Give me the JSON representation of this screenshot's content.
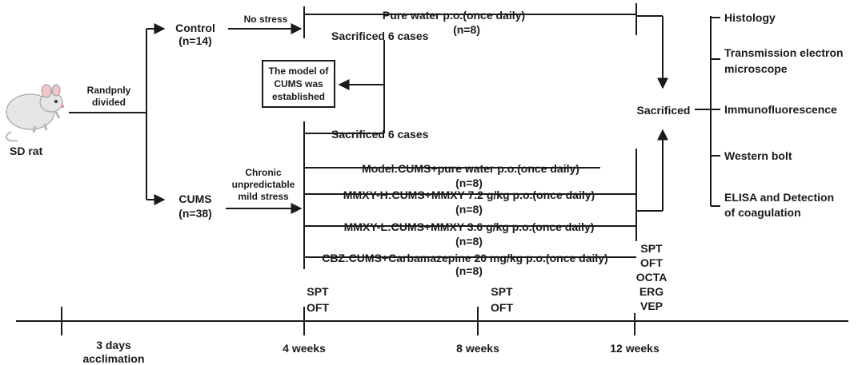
{
  "subject": {
    "label": "SD rat"
  },
  "split": {
    "line1": "Randpnly",
    "line2": "divided"
  },
  "control": {
    "name": "Control",
    "n": "(n=14)",
    "condition": "No stress",
    "treatment": "Pure water p.o.(once daily)",
    "treatment_n": "(n=8)",
    "sacrificed": "Sacrificed 6 cases"
  },
  "model_box": {
    "line1": "The model of",
    "line2": "CUMS was",
    "line3": "established"
  },
  "cums": {
    "name": "CUMS",
    "n": "(n=38)",
    "stress_line1": "Chronic",
    "stress_line2": "unpredictable",
    "stress_line3": "mild stress",
    "sacrificed": "Sacrificed 6 cases",
    "groups": [
      {
        "label": "Model:CUMS+pure water p.o.(once daily)",
        "n": "(n=8)"
      },
      {
        "label": "MMXY-H:CUMS+MMXY 7.2 g/kg p.o.(once daily)",
        "n": "(n=8)"
      },
      {
        "label": "MMXY-L:CUMS+MMXY 3.6 g/kg p.o.(once daily)",
        "n": "(n=8)"
      },
      {
        "label": "CBZ:CUMS+Carbamazepine 20 mg/kg p.o.(once daily)",
        "n": "(n=8)"
      }
    ]
  },
  "endpoint": {
    "label": "Sacrificed"
  },
  "analyses": [
    {
      "line1": "Histology",
      "line2": ""
    },
    {
      "line1": "Transmission electron",
      "line2": "microscope"
    },
    {
      "line1": "Immunofluorescence",
      "line2": ""
    },
    {
      "line1": "Western bolt",
      "line2": ""
    },
    {
      "line1": "ELISA and Detection",
      "line2": "of coagulation"
    }
  ],
  "tests": {
    "week4": [
      "SPT",
      "OFT"
    ],
    "week8": [
      "SPT",
      "OFT"
    ],
    "week12": [
      "SPT",
      "OFT",
      "OCTA",
      "ERG",
      "VEP"
    ]
  },
  "timeline": [
    {
      "line1": "3 days",
      "line2": "acclimation"
    },
    {
      "line1": "4 weeks",
      "line2": ""
    },
    {
      "line1": "8 weeks",
      "line2": ""
    },
    {
      "line1": "12 weeks",
      "line2": ""
    }
  ],
  "colors": {
    "ink": "#1a1a1a",
    "rat_body": "#e6e6e6",
    "rat_shade": "#b9b9b9",
    "rat_ear": "#f2c6c6"
  }
}
